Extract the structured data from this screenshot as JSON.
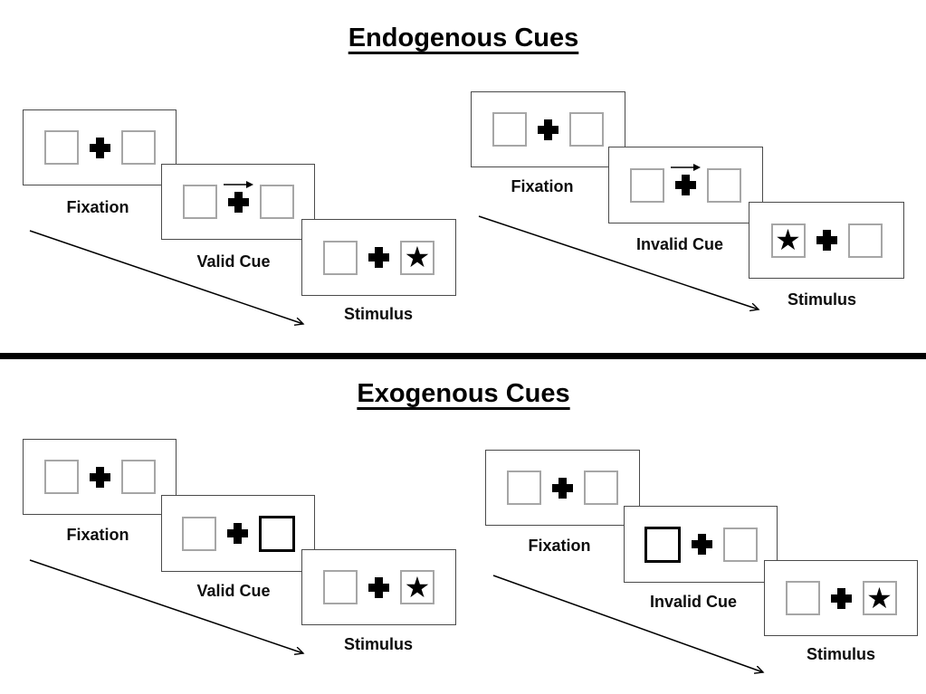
{
  "titles": {
    "endogenous": "Endogenous Cues",
    "exogenous": "Exogenous Cues"
  },
  "labels": {
    "endo_valid": {
      "fixation": "Fixation",
      "cue": "Valid Cue",
      "stimulus": "Stimulus"
    },
    "endo_invalid": {
      "fixation": "Fixation",
      "cue": "Invalid Cue",
      "stimulus": "Stimulus"
    },
    "exo_valid": {
      "fixation": "Fixation",
      "cue": "Valid Cue",
      "stimulus": "Stimulus"
    },
    "exo_invalid": {
      "fixation": "Fixation",
      "cue": "Invalid Cue",
      "stimulus": "Stimulus"
    }
  },
  "icons": {
    "target_star": "★",
    "fixation_cross": "heavy-plus-cross",
    "cue_arrow": "right-arrow",
    "timeline_arrow": "diagonal-arrow-open-head"
  },
  "colors": {
    "ink": "#000000",
    "panel_border": "#4a4a4a",
    "box_border": "#a6a6a6",
    "background": "#ffffff"
  }
}
